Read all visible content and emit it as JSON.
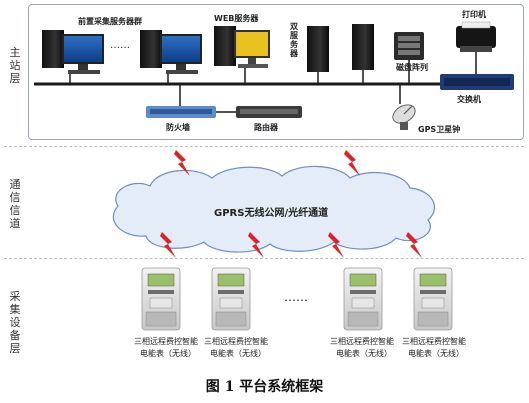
{
  "layers": {
    "station": "主站层",
    "comm": "通信信道",
    "collect": "采集设备层"
  },
  "station": {
    "pre_servers": "前置采集服务器群",
    "web_server": "WEB服务器",
    "dual_servers": "双服务器",
    "printer": "打印机",
    "disk_array": "磁盘阵列",
    "switch": "交换机",
    "firewall": "防火墙",
    "router": "路由器",
    "gps": "GPS卫星钟",
    "ellipsis": "……"
  },
  "channel": {
    "label": "GPRS无线公网/光纤通道"
  },
  "meters": {
    "items": [
      {
        "line1": "三相远程费控智能",
        "line2": "电能表（无线）"
      },
      {
        "line1": "三相远程费控智能",
        "line2": "电能表（无线）"
      },
      {
        "line1": "三相远程费控智能",
        "line2": "电能表（无线）"
      },
      {
        "line1": "三相远程费控智能",
        "line2": "电能表（无线）"
      }
    ],
    "ellipsis": "……"
  },
  "caption": "图 1    平台系统框架",
  "colors": {
    "cloud_fill": "#e3ecf7",
    "cloud_stroke": "#6e8fc0",
    "lightning": "#d8242a",
    "bus": "#1a1a1a",
    "frame": "#9aa4b4"
  }
}
